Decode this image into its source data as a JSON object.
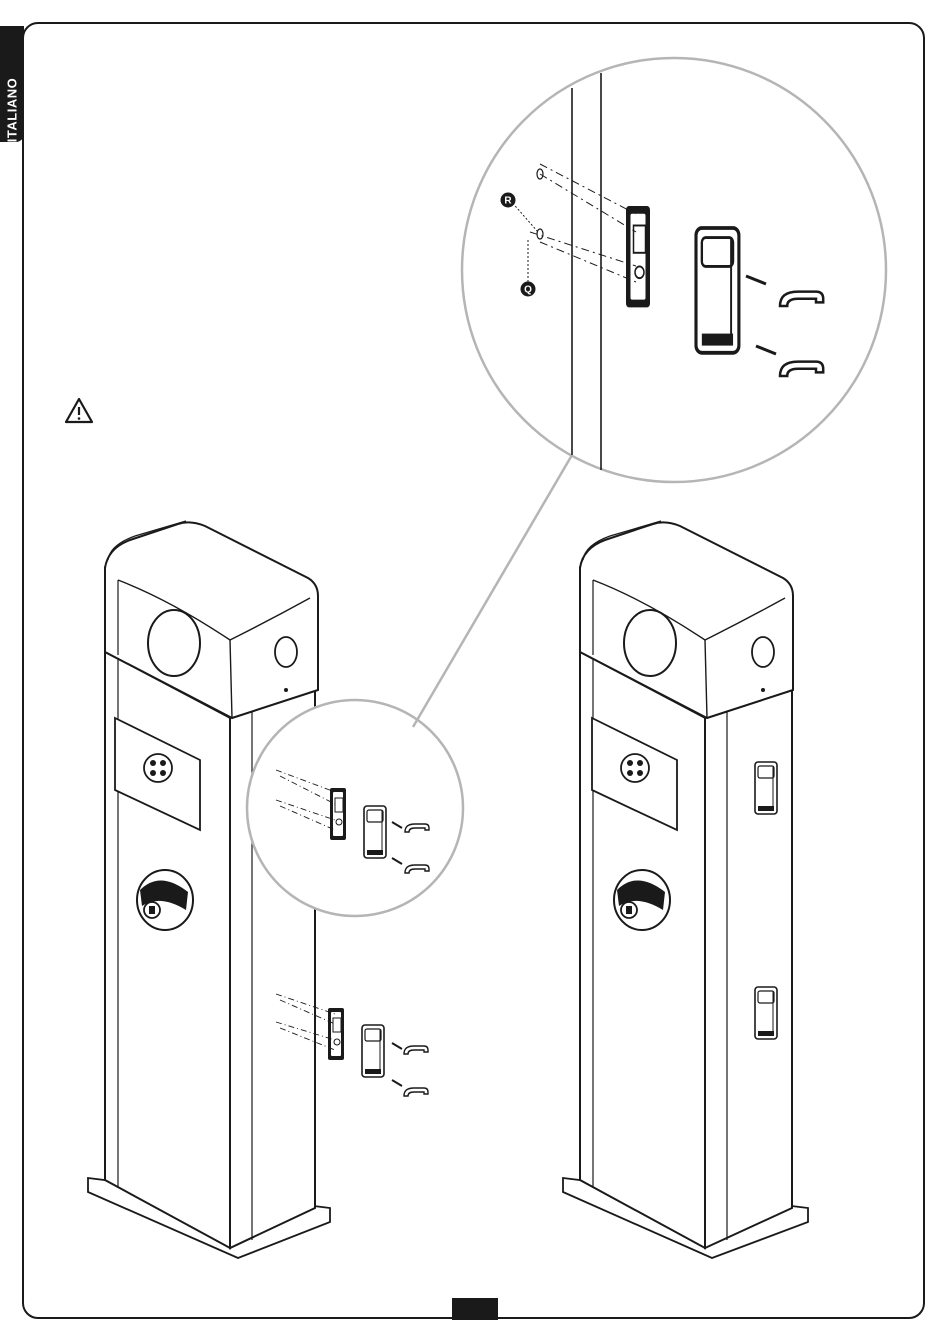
{
  "language_tab": "ITALIANO",
  "page_number": "",
  "callouts": {
    "r": "R",
    "q": "Q"
  },
  "icons": {
    "warning": "warning-triangle-icon"
  },
  "colors": {
    "ink": "#1a1a1a",
    "zoom_circle": "#b5b5b5",
    "paper": "#ffffff"
  }
}
